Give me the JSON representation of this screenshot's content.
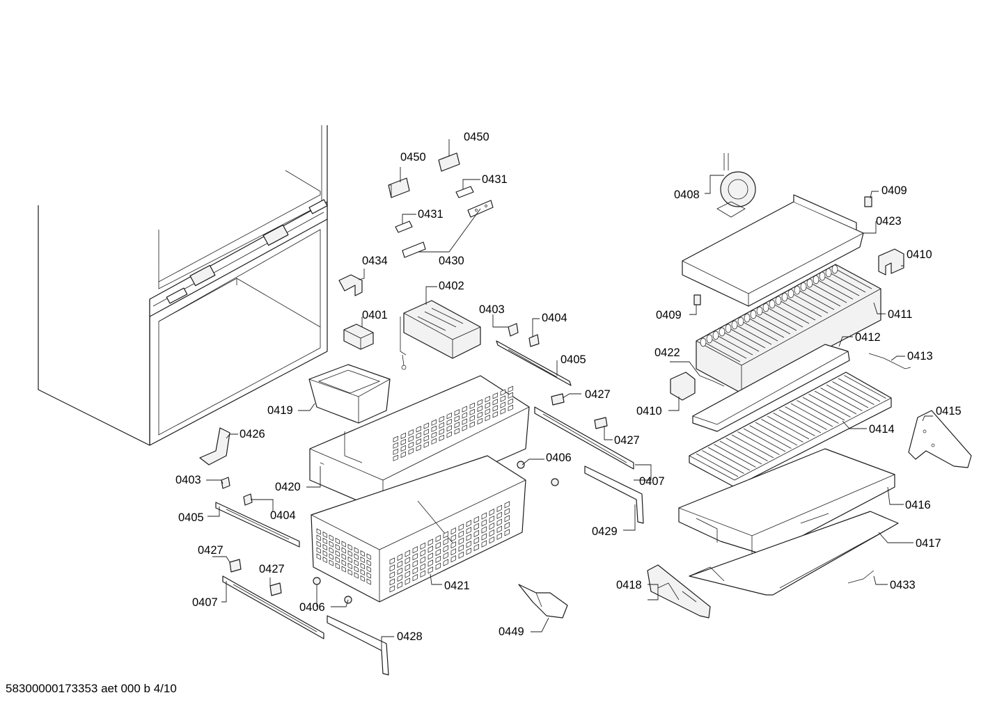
{
  "diagram": {
    "footer": "58300000173353 aet 000 b 4/10",
    "labels": {
      "p0450a": "0450",
      "p0450b": "0450",
      "p0431a": "0431",
      "p0431b": "0431",
      "p0430": "0430",
      "p0434": "0434",
      "p0402": "0402",
      "p0401": "0401",
      "p0403a": "0403",
      "p0404a": "0404",
      "p0405a": "0405",
      "p0427a": "0427",
      "p0427b": "0427",
      "p0419": "0419",
      "p0426": "0426",
      "p0403b": "0403",
      "p0420": "0420",
      "p0406a": "0406",
      "p0407a": "0407",
      "p0404b": "0404",
      "p0405b": "0405",
      "p0429": "0429",
      "p0427c": "0427",
      "p0427d": "0427",
      "p0407b": "0407",
      "p0406b": "0406",
      "p0421": "0421",
      "p0428": "0428",
      "p0449": "0449",
      "p0408": "0408",
      "p0409a": "0409",
      "p0423": "0423",
      "p0410a": "0410",
      "p0409b": "0409",
      "p0411": "0411",
      "p0422": "0422",
      "p0412": "0412",
      "p0413": "0413",
      "p0410b": "0410",
      "p0414": "0414",
      "p0415": "0415",
      "p0416": "0416",
      "p0417": "0417",
      "p0418": "0418",
      "p0433": "0433"
    }
  }
}
